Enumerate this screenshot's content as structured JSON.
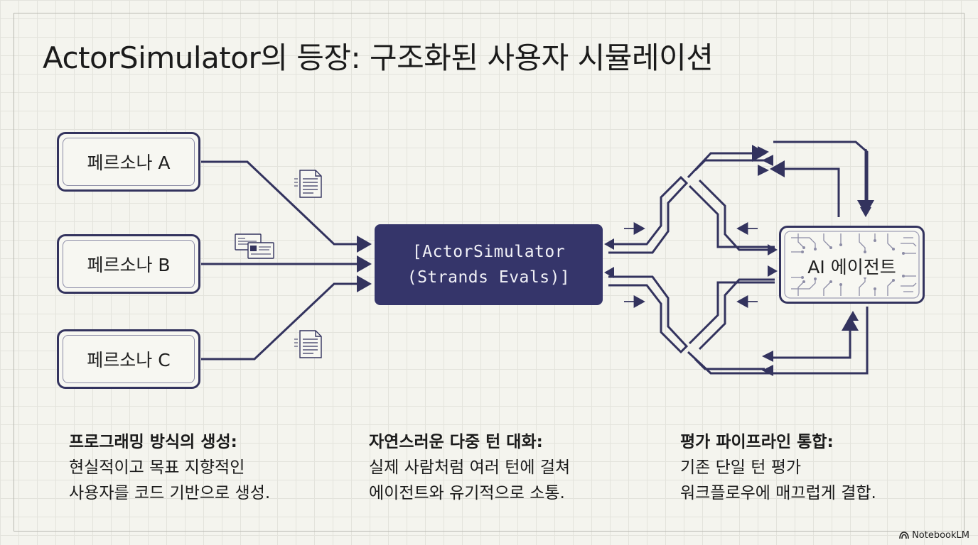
{
  "title": "ActorSimulator의 등장: 구조화된 사용자 시뮬레이션",
  "personas": [
    {
      "label": "페르소나 A"
    },
    {
      "label": "페르소나 B"
    },
    {
      "label": "페르소나 C"
    }
  ],
  "simulator": {
    "line1": "[ActorSimulator",
    "line2": "(Strands Evals)]"
  },
  "agent": {
    "label": "AI 에이전트"
  },
  "icons": [
    "document-icon",
    "id-cards-icon",
    "document-icon",
    "circuit-icon",
    "notebooklm-logo-icon"
  ],
  "colors": {
    "accent": "#35356a",
    "line": "#33335e",
    "background": "#f4f4ee"
  },
  "captions": [
    {
      "heading": "프로그래밍 방식의 생성:",
      "line1": "현실적이고 목표 지향적인",
      "line2": "사용자를 코드 기반으로 생성."
    },
    {
      "heading": "자연스러운 다중 턴 대화:",
      "line1": "실제 사람처럼 여러 턴에 걸쳐",
      "line2": "에이전트와 유기적으로 소통."
    },
    {
      "heading": "평가 파이프라인 통합:",
      "line1": "기존 단일 턴 평가",
      "line2": "워크플로우에 매끄럽게 결합."
    }
  ],
  "brand": "NotebookLM"
}
